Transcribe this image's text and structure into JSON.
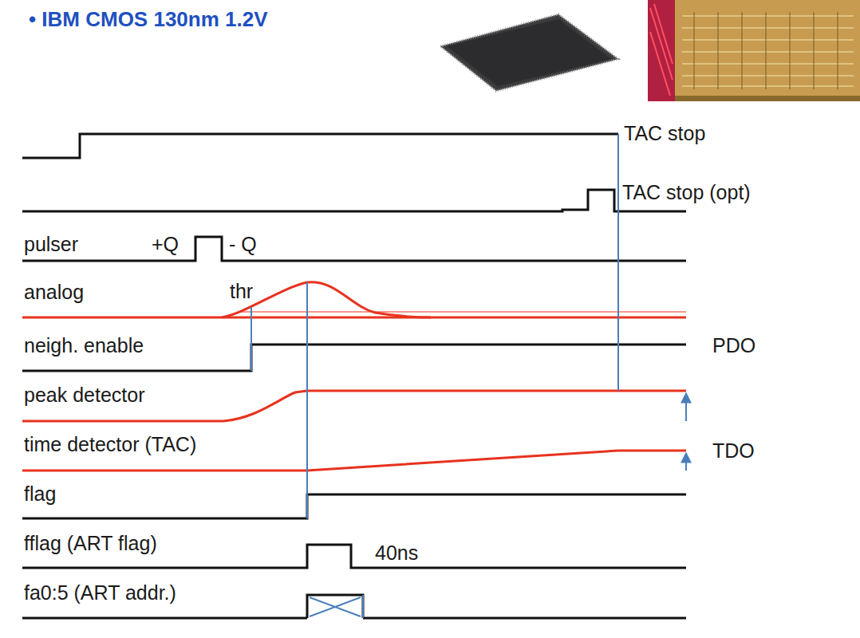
{
  "diagram": {
    "title": "• IBM CMOS 130nm 1.2V",
    "labels": [
      "TAC stop",
      "TAC stop (opt)",
      "pulser",
      "+Q",
      "- Q",
      "analog",
      "thr",
      "neigh. enable",
      "PDO",
      "peak detector",
      "time detector (TAC)",
      "TDO",
      "flag",
      "fflag (ART flag)",
      "40ns",
      "fa0:5 (ART addr.)"
    ]
  }
}
